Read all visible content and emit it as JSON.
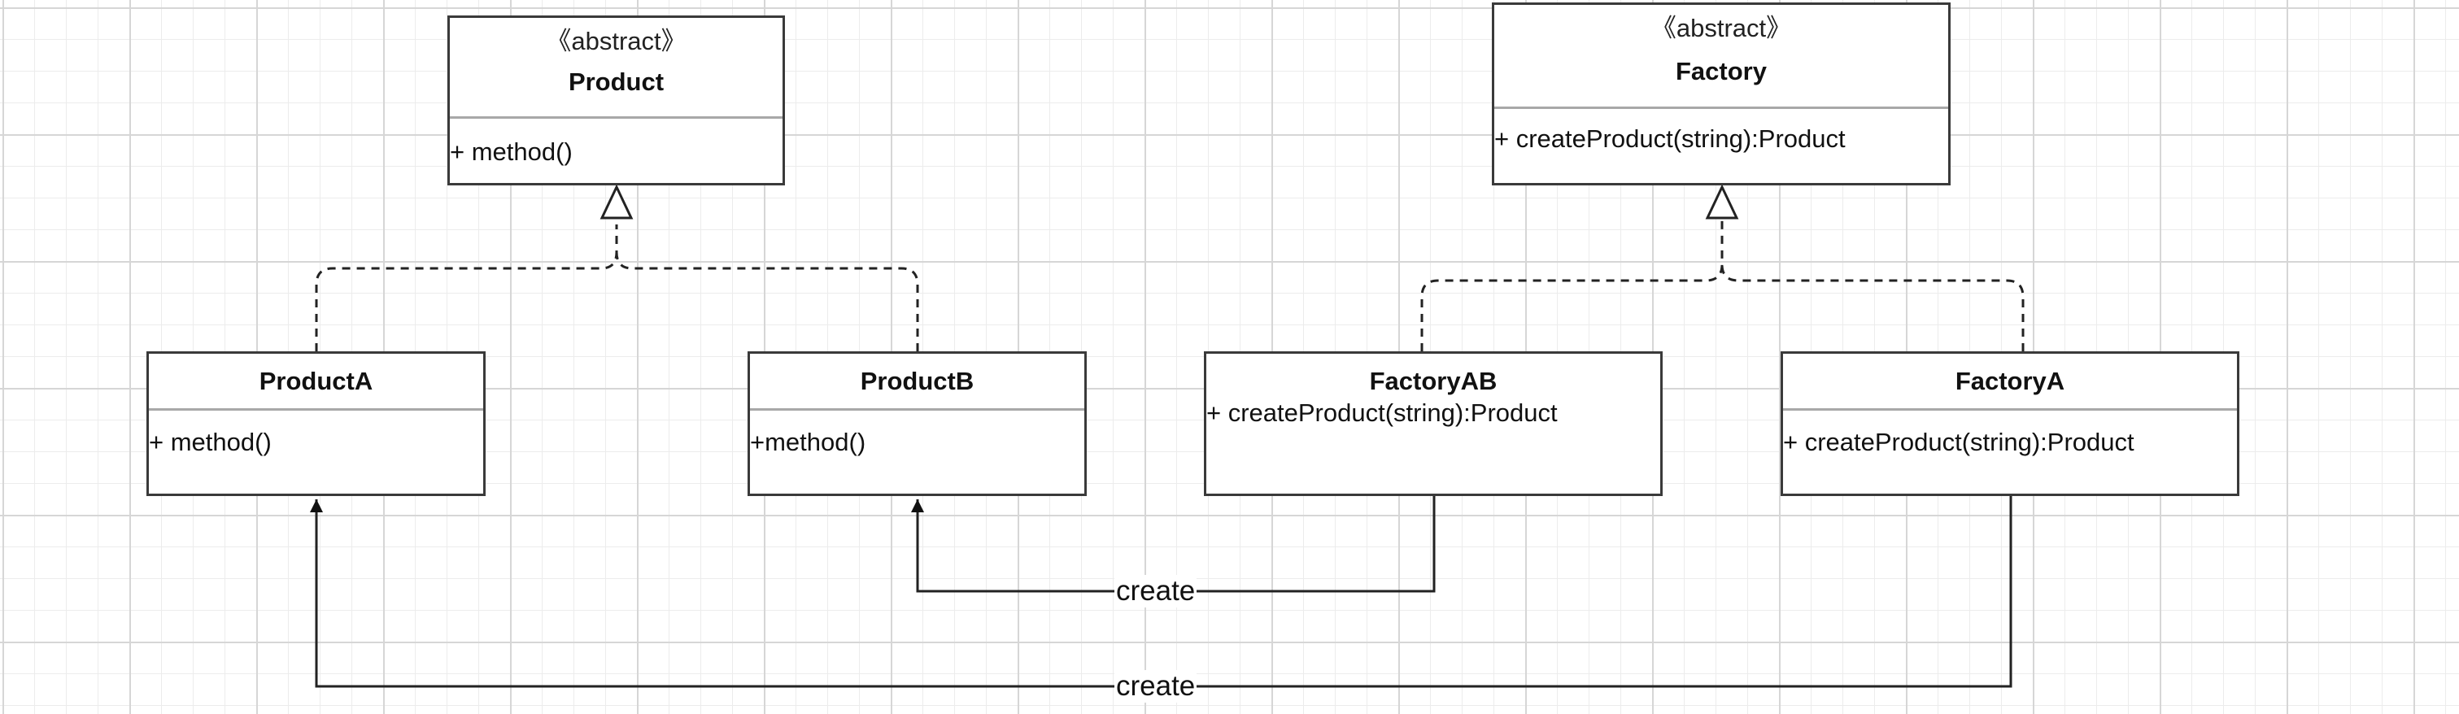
{
  "diagram": {
    "classes": {
      "product": {
        "stereotype": "《abstract》",
        "name": "Product",
        "operation": "+ method()"
      },
      "factory": {
        "stereotype": "《abstract》",
        "name": "Factory",
        "operation": "+ createProduct(string):Product"
      },
      "product_a": {
        "name": "ProductA",
        "operation": "+ method()"
      },
      "product_b": {
        "name": "ProductB",
        "operation": "+method()"
      },
      "factory_ab": {
        "name": "FactoryAB",
        "operation": "+ createProduct(string):Product"
      },
      "factory_a": {
        "name": "FactoryA",
        "operation": "+ createProduct(string):Product"
      }
    },
    "relations": {
      "factory_ab_to_product_b": {
        "label": "create"
      },
      "factory_a_to_product_a": {
        "label": "create"
      }
    }
  }
}
